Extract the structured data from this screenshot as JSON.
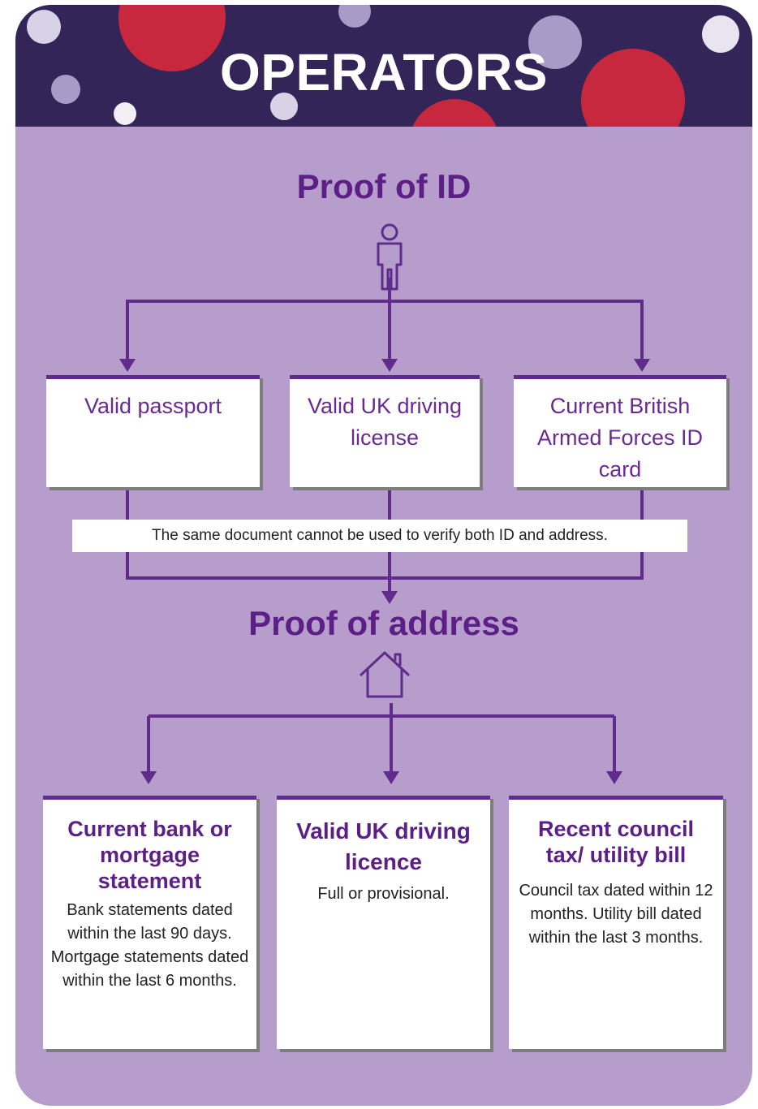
{
  "header": {
    "title": "OPERATORS",
    "background": "#342559"
  },
  "colors": {
    "panel": "#b69dcb",
    "accent": "#5b1f86",
    "bubble_red": "#c8283d",
    "bubble_light": "#a99bc8"
  },
  "proof_of_id": {
    "title": "Proof of ID",
    "icon": "person-icon",
    "options": [
      {
        "label": "Valid passport"
      },
      {
        "label": "Valid UK driving license"
      },
      {
        "label": "Current British Armed Forces ID card"
      }
    ]
  },
  "note": "The same document cannot be used to verify both ID and address.",
  "proof_of_address": {
    "title": "Proof of address",
    "icon": "house-icon",
    "options": [
      {
        "title": "Current bank or mortgage statement",
        "description": "Bank statements dated within the last 90 days. Mortgage statements dated within the last 6 months."
      },
      {
        "title": "Valid UK driving licence",
        "description": "Full or provisional."
      },
      {
        "title": "Recent council tax/ utility bill",
        "description": "Council tax dated within 12 months. Utility bill dated within the last 3 months."
      }
    ]
  }
}
